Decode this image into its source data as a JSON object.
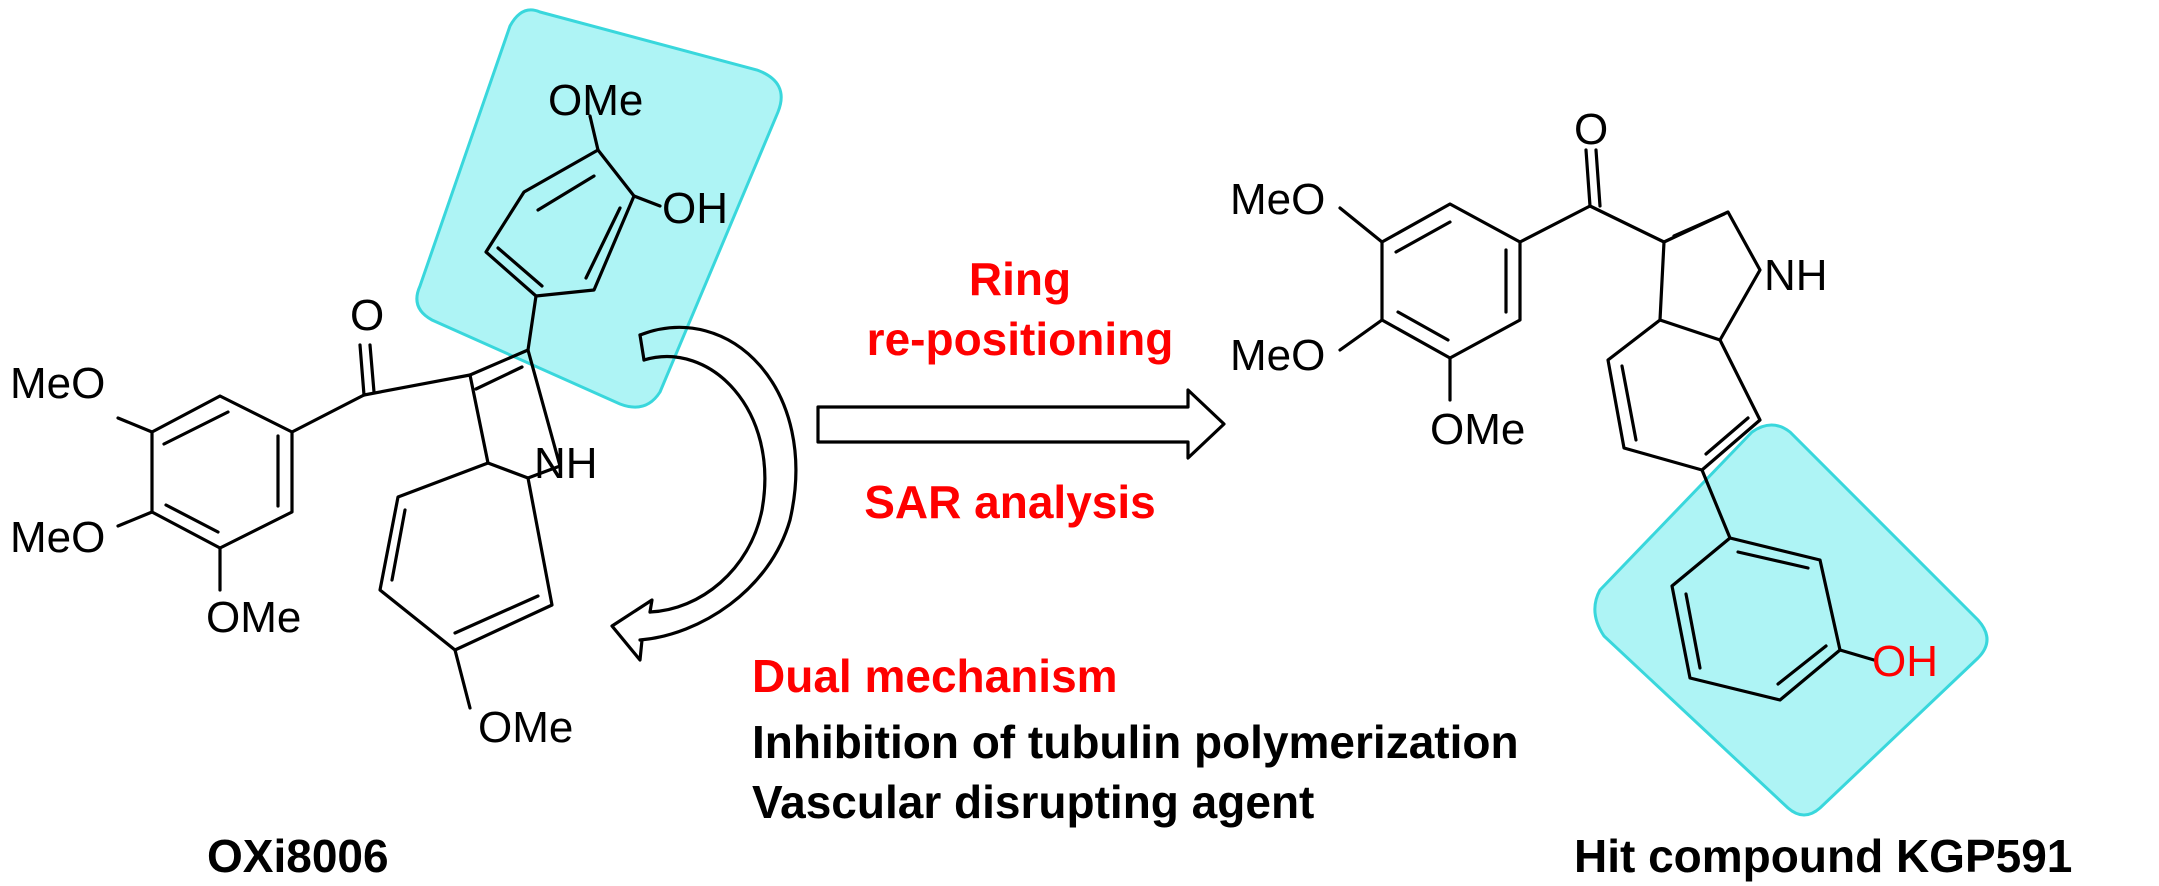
{
  "left_molecule": {
    "name": "OXi8006",
    "labels": {
      "ome_top": "OMe",
      "oh": "OH",
      "carbonyl_o": "O",
      "meo_1": "MeO",
      "meo_2": "MeO",
      "ome_bottom_ring": "OMe",
      "nh": "NH",
      "ome_indole": "OMe"
    }
  },
  "right_molecule": {
    "name": "Hit compound KGP591",
    "labels": {
      "carbonyl_o": "O",
      "meo_1": "MeO",
      "meo_2": "MeO",
      "ome_bottom": "OMe",
      "nh": "NH",
      "oh": "OH"
    }
  },
  "transformation": {
    "line1": "Ring",
    "line2": "re-positioning",
    "line3": "SAR analysis"
  },
  "mechanism": {
    "title": "Dual mechanism",
    "item1": "Inhibition of tubulin polymerization",
    "item2": "Vascular disrupting agent"
  },
  "colors": {
    "highlight_fill": "#aef4f5",
    "highlight_stroke": "#39d7dc",
    "accent_red": "#ff0000"
  }
}
